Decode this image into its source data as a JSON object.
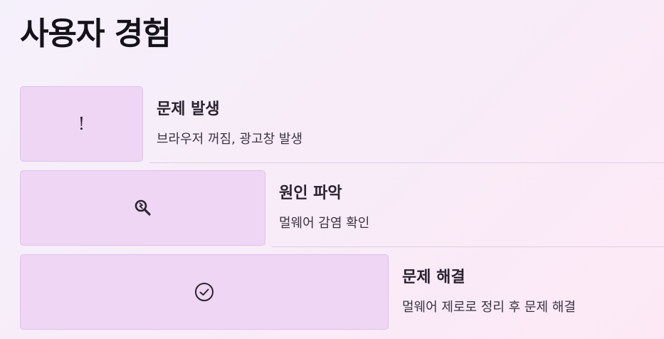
{
  "page": {
    "title": "사용자 경험"
  },
  "steps": [
    {
      "icon": "exclamation-icon",
      "icon_glyph": "!",
      "title": "문제 발생",
      "description": "브라우저 꺼짐, 광고창 발생"
    },
    {
      "icon": "magnifier-bug-icon",
      "title": "원인 파악",
      "description": "멀웨어 감염 확인"
    },
    {
      "icon": "check-circle-icon",
      "title": "문제 해결",
      "description": "멀웨어 제로로 정리 후 문제 해결"
    }
  ],
  "colors": {
    "box_fill": "#efd6f5",
    "box_border": "#dcc3e6",
    "title_text": "#15121a"
  }
}
